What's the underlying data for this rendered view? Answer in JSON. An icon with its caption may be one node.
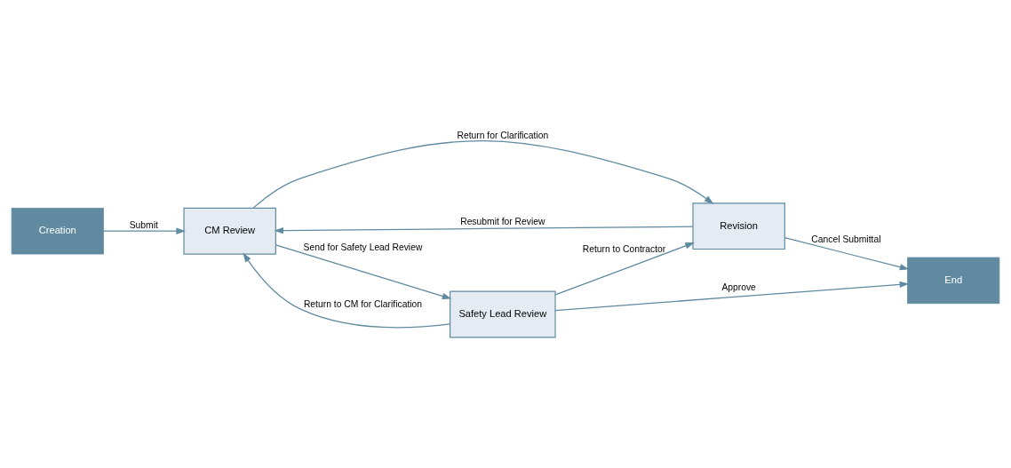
{
  "diagram": {
    "nodes": [
      {
        "text": [
          "Creation"
        ]
      },
      {
        "text": [
          "Revision"
        ]
      },
      {
        "text": [
          "CM Review"
        ]
      },
      {
        "text": [
          "Safety Lead Review"
        ]
      },
      {
        "text": [
          "End"
        ]
      }
    ],
    "edges": [
      {
        "from": 0,
        "to": 2,
        "arrow": "to",
        "label": "Submit"
      },
      {
        "from": 2,
        "to": 1,
        "arrow": "to",
        "label": "Return for Clarification"
      },
      {
        "from": 1,
        "to": 2,
        "arrow": "to",
        "label": "Resubmit for Review"
      },
      {
        "from": 2,
        "to": 3,
        "arrow": "to",
        "label": "Send for Safety Lead Review"
      },
      {
        "from": 3,
        "to": 2,
        "arrow": "to",
        "label": "Return to CM for Clarification"
      },
      {
        "from": 3,
        "to": 1,
        "arrow": "to",
        "label": "Return to Contractor"
      },
      {
        "from": 1,
        "to": 4,
        "arrow": "to",
        "label": "Cancel Submittal"
      },
      {
        "from": 3,
        "to": 4,
        "arrow": "to",
        "label": "Approve"
      }
    ]
  }
}
